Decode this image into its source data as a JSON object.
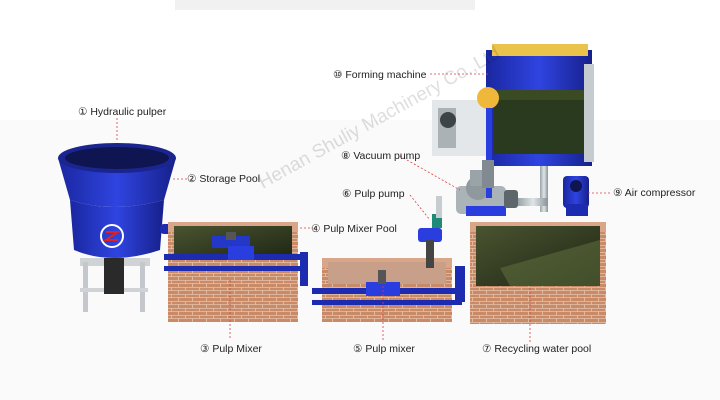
{
  "labels": {
    "hydraulic_pulper": "① Hydraulic pulper",
    "storage_pool": "② Storage Pool",
    "pulp_mixer_3": "③ Pulp Mixer",
    "pulp_mixer_pool": "④ Pulp Mixer Pool",
    "pulp_mixer_5": "⑤ Pulp mixer",
    "pulp_pump": "⑥ Pulp pump",
    "recycling_water_pool": "⑦ Recycling water pool",
    "vacuum_pump": "⑧ Vacuum pump",
    "air_compressor": "⑨ Air compressor",
    "forming_machine": "⑩ Forming machine"
  },
  "watermark": "Henan Shuliy Machinery Co.,Ltd",
  "colors": {
    "machine_blue": "#2233c8",
    "brick": "#c98a68",
    "leader_red": "#d94040",
    "pulp_water": "#2f3a1e"
  }
}
